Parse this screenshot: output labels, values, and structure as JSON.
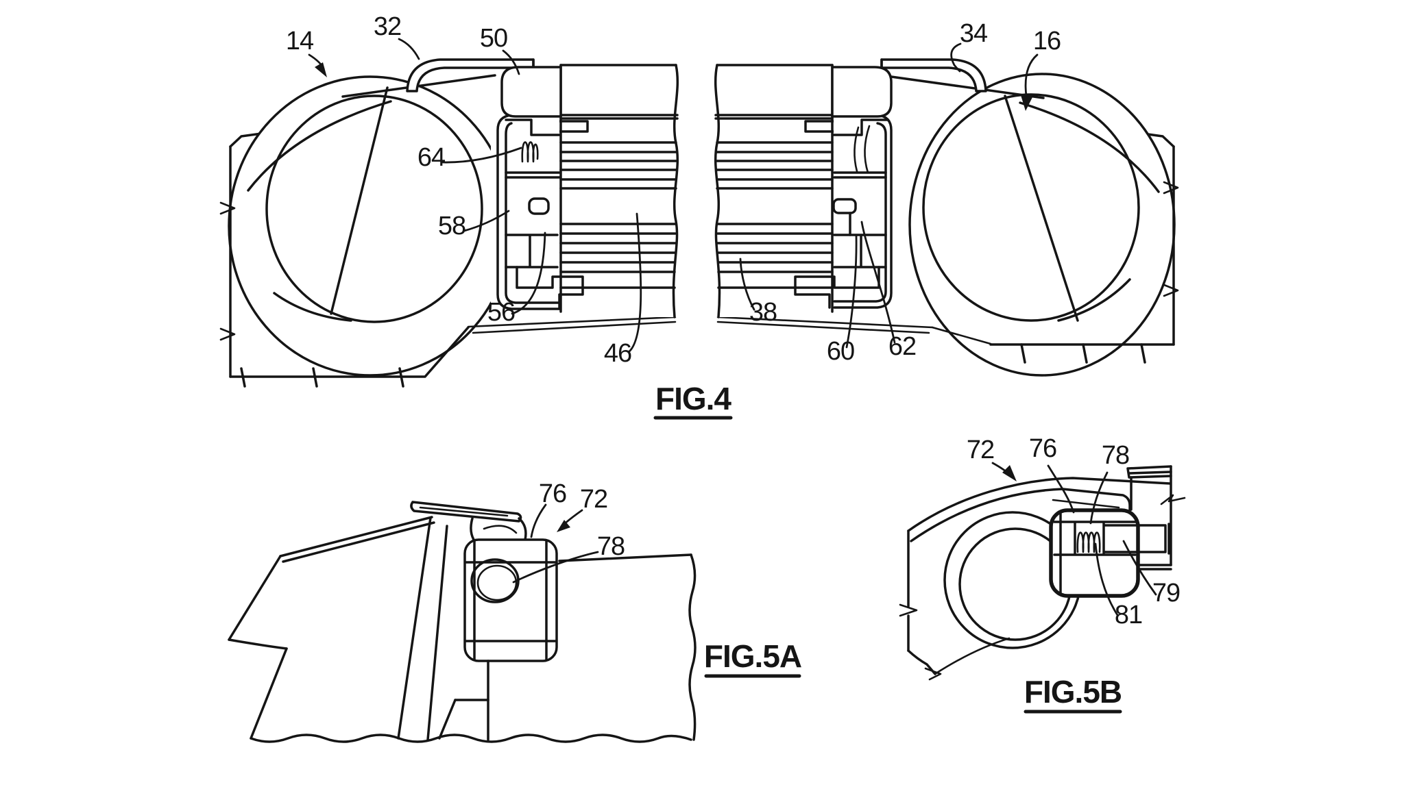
{
  "colors": {
    "background": "#ffffff",
    "line": "#151515"
  },
  "fig4": {
    "caption": "FIG.4",
    "refs": {
      "r14": "14",
      "r32": "32",
      "r50": "50",
      "r34": "34",
      "r16": "16",
      "r64": "64",
      "r58": "58",
      "r56": "56",
      "r46": "46",
      "r38": "38",
      "r60": "60",
      "r62": "62"
    }
  },
  "fig5a": {
    "caption": "FIG.5A",
    "refs": {
      "r76": "76",
      "r72": "72",
      "r78": "78"
    }
  },
  "fig5b": {
    "caption": "FIG.5B",
    "refs": {
      "r72": "72",
      "r76": "76",
      "r78": "78",
      "r79": "79",
      "r81": "81"
    }
  }
}
